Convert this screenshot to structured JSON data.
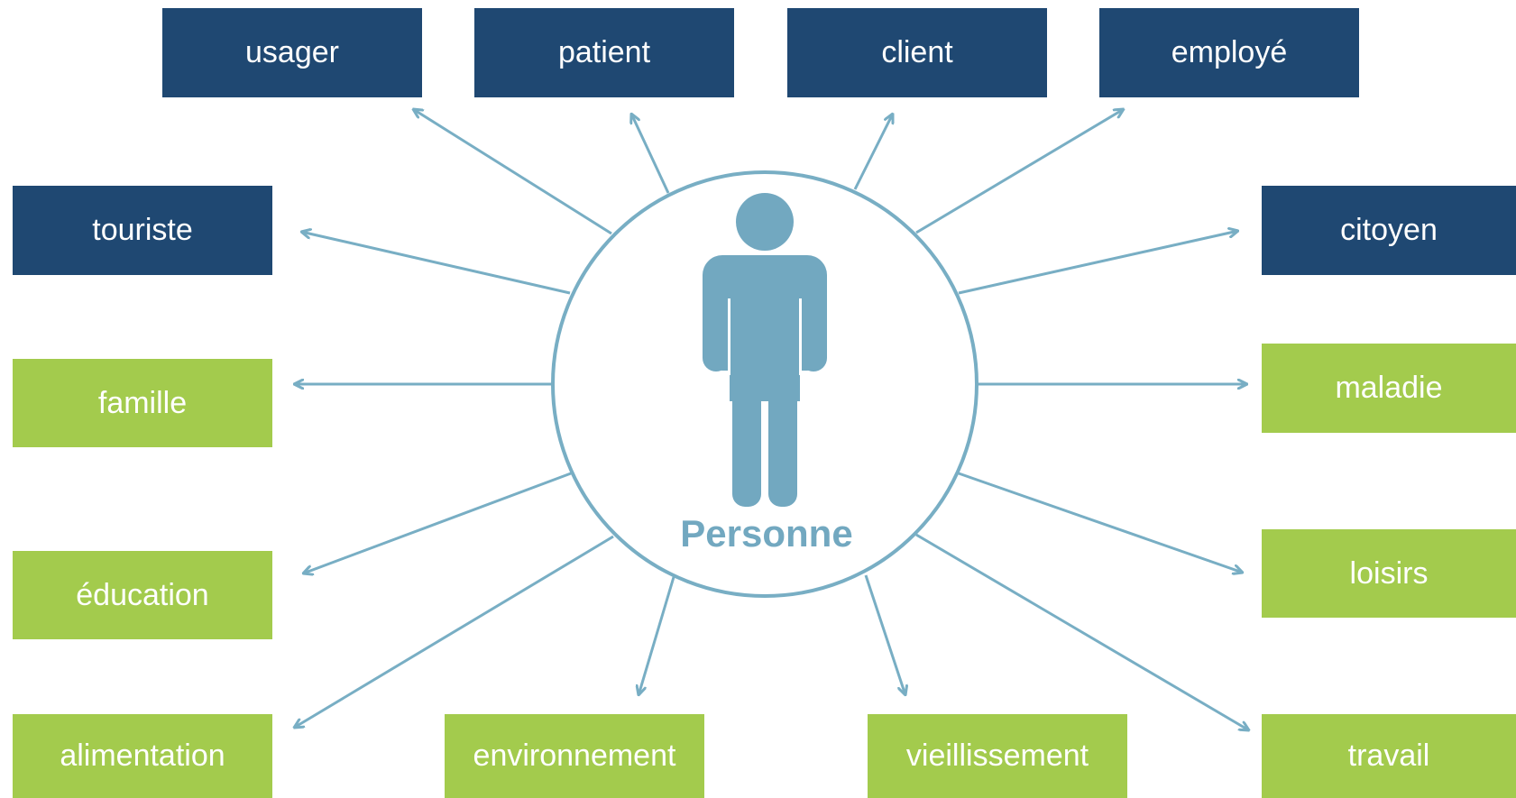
{
  "colors": {
    "role_box": "#1f4872",
    "theme_box": "#a3cb4d",
    "accent": "#72a8c0",
    "text_on_box": "#ffffff"
  },
  "center": {
    "label": "Personne",
    "icon": "person-icon"
  },
  "roles": {
    "usager": "usager",
    "patient": "patient",
    "client": "client",
    "employe": "employé",
    "touriste": "touriste",
    "citoyen": "citoyen"
  },
  "themes": {
    "famille": "famille",
    "maladie": "maladie",
    "education": "éducation",
    "loisirs": "loisirs",
    "alimentation": "alimentation",
    "environnement": "environnement",
    "vieillissement": "vieillissement",
    "travail": "travail"
  }
}
